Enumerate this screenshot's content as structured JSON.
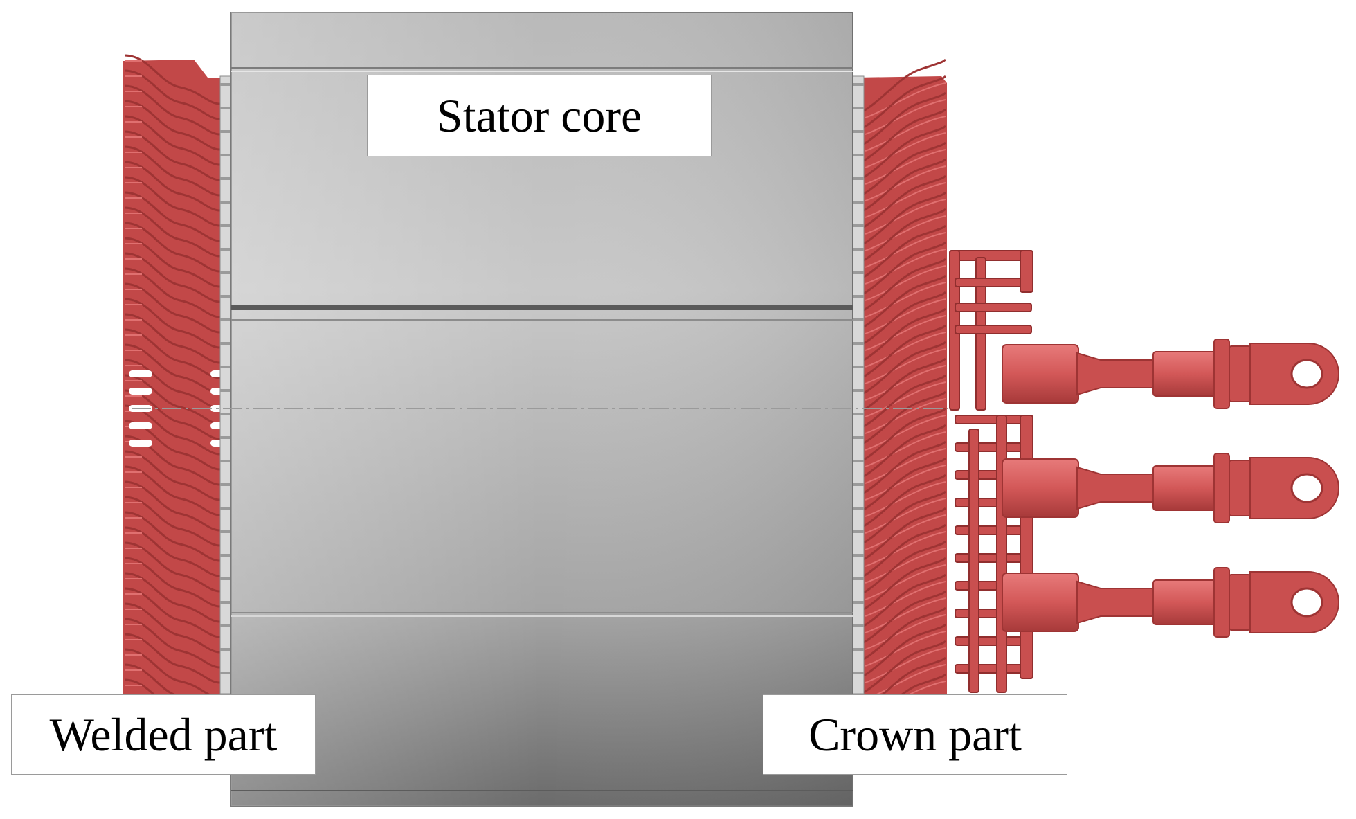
{
  "labels": {
    "stator_core": "Stator core",
    "welded_part": "Welded part",
    "crown_part": "Crown part"
  },
  "colors": {
    "copper": "#c94f4f",
    "copper_dark": "#9e3434",
    "copper_light": "#e07070",
    "core_light": "#c6c6c6",
    "core_dark": "#6a6a6a"
  },
  "terminal_count": 3
}
